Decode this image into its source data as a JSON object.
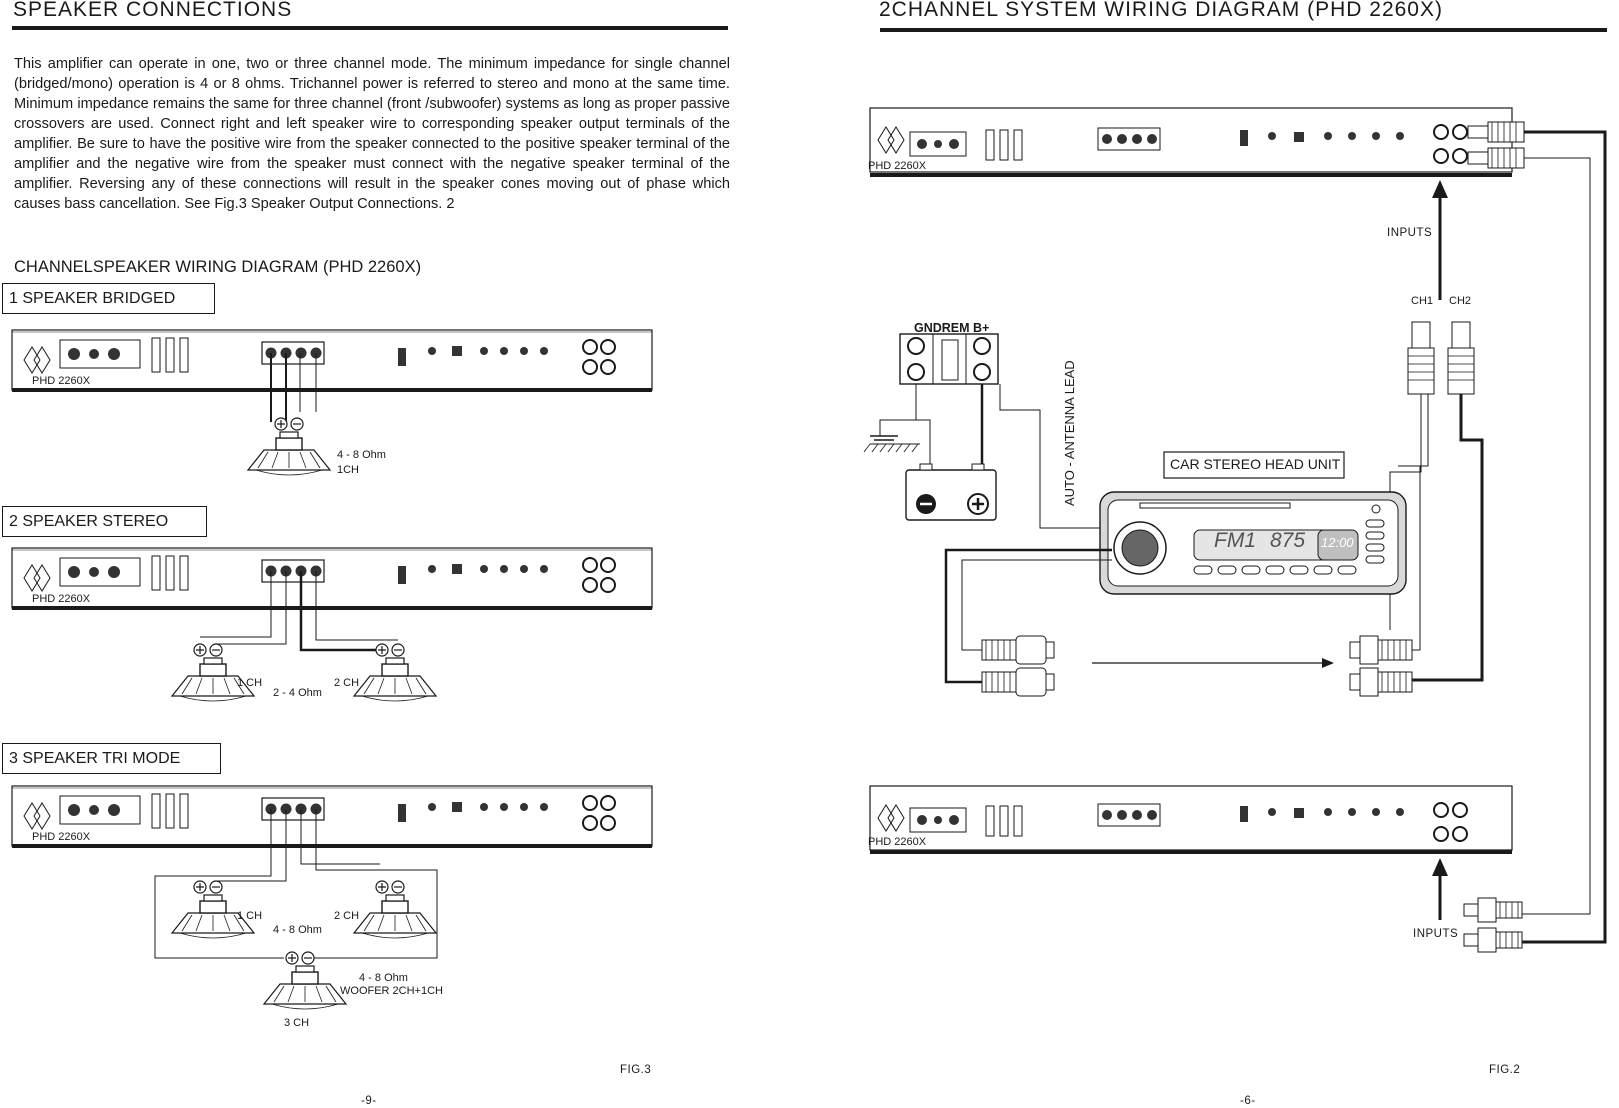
{
  "left_page": {
    "title": "SPEAKER CONNECTIONS",
    "paragraph": "This amplifier can operate in one, two or three channel mode. The minimum impedance for single channel (bridged/mono) operation is 4 or 8 ohms. Trichannel power is referred to stereo and mono at the same time. Minimum impedance remains the same for three channel (front /subwoofer) systems as long as proper passive crossovers are used. Connect right and left speaker wire to corresponding speaker output terminals of the amplifier. Be sure to have the positive wire from the speaker connected to the positive speaker terminal of the amplifier and the negative wire from the speaker must connect with the negative speaker terminal of the amplifier. Reversing any of these connections will result in the speaker cones moving out of phase which causes bass cancellation. See Fig.3 Speaker Output Connections. 2",
    "subtitle": "CHANNELSPEAKER WIRING DIAGRAM (PHD 2260X)",
    "amp_model": "PHD 2260X",
    "sections": [
      {
        "box_label": "1 SPEAKER BRIDGED",
        "ohm": "4 - 8 Ohm",
        "ch": "1CH"
      },
      {
        "box_label": "2 SPEAKER STEREO",
        "ch1": "1 CH",
        "ch2": "2 CH",
        "ohm": "2 - 4 Ohm"
      },
      {
        "box_label": "3 SPEAKER TRI MODE",
        "ch1": "1 CH",
        "ch2": "2 CH",
        "ohm": "4 - 8 Ohm",
        "woofer_ohm": "4 - 8 Ohm",
        "woofer_label": "WOOFER 2CH+1CH",
        "ch3": "3 CH"
      }
    ],
    "fig": "FIG.3",
    "page_number": "-9-"
  },
  "right_page": {
    "title": "2CHANNEL SYSTEM WIRING DIAGRAM (PHD 2260X)",
    "amp_model": "PHD 2260X",
    "inputs_top": "INPUTS",
    "inputs_bottom": "INPUTS",
    "ch1": "CH1",
    "ch2": "CH2",
    "terminal_label": "GNDREM B+",
    "antenna_label": "AUTO - ANTENNA LEAD",
    "head_unit_label": "CAR STEREO HEAD UNIT",
    "display_band": "FM1",
    "display_freq": "875",
    "display_clock": "12:00",
    "fig": "FIG.2",
    "page_number": "-6-"
  }
}
